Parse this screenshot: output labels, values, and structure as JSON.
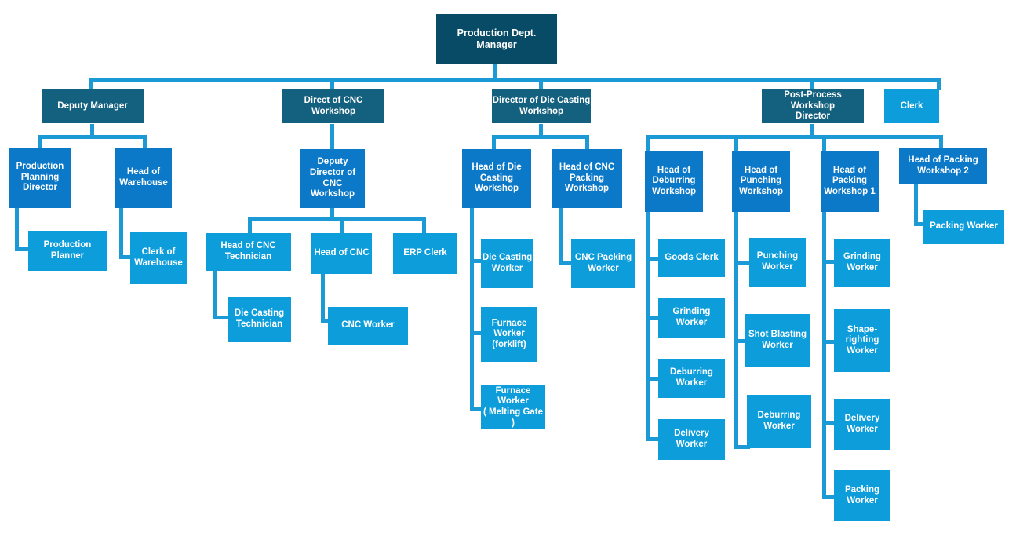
{
  "title": "Production Department Organization Chart",
  "colors": {
    "level0": "#074B66",
    "level1": "#14607F",
    "level2": "#0B79C8",
    "level3": "#0E9DDB",
    "connector": "#1B9AD6",
    "text": "#FFFFFF",
    "background": "#FFFFFF"
  },
  "chart_data": {
    "type": "orgchart",
    "root": "Production Dept. Manager",
    "levels": 4,
    "nodes": [
      {
        "id": "n0",
        "label": "Production Dept. Manager",
        "level": 0,
        "parent": null
      },
      {
        "id": "n1",
        "label": "Deputy Manager",
        "level": 1,
        "parent": "n0"
      },
      {
        "id": "n2",
        "label": "Direct of CNC\nWorkshop",
        "level": 1,
        "parent": "n0"
      },
      {
        "id": "n3",
        "label": "Director of Die Casting\nWorkshop",
        "level": 1,
        "parent": "n0"
      },
      {
        "id": "n4",
        "label": "Post-Process Workshop\nDirector",
        "level": 1,
        "parent": "n0"
      },
      {
        "id": "n5",
        "label": "Clerk",
        "level": 3,
        "parent": "n0"
      },
      {
        "id": "n6",
        "label": "Production\nPlanning\nDirector",
        "level": 2,
        "parent": "n1"
      },
      {
        "id": "n7",
        "label": "Head of\nWarehouse",
        "level": 2,
        "parent": "n1"
      },
      {
        "id": "n8",
        "label": "Production Planner",
        "level": 3,
        "parent": "n6"
      },
      {
        "id": "n9",
        "label": "Clerk of\nWarehouse",
        "level": 3,
        "parent": "n7"
      },
      {
        "id": "n10",
        "label": "Deputy\nDirector of CNC\nWorkshop",
        "level": 2,
        "parent": "n2"
      },
      {
        "id": "n11",
        "label": "Head of CNC\nTechnician",
        "level": 3,
        "parent": "n10"
      },
      {
        "id": "n12",
        "label": "Head of CNC",
        "level": 3,
        "parent": "n10"
      },
      {
        "id": "n13",
        "label": "ERP Clerk",
        "level": 3,
        "parent": "n10"
      },
      {
        "id": "n14",
        "label": "Die Casting\nTechnician",
        "level": 3,
        "parent": "n11"
      },
      {
        "id": "n15",
        "label": "CNC Worker",
        "level": 3,
        "parent": "n12"
      },
      {
        "id": "n16",
        "label": "Head of  Die\nCasting\nWorkshop",
        "level": 2,
        "parent": "n3"
      },
      {
        "id": "n17",
        "label": "Head of CNC\nPacking\nWorkshop",
        "level": 2,
        "parent": "n3"
      },
      {
        "id": "n18",
        "label": "Die Casting\nWorker",
        "level": 3,
        "parent": "n16"
      },
      {
        "id": "n19",
        "label": "Furnace\nWorker\n(forklift)",
        "level": 3,
        "parent": "n16"
      },
      {
        "id": "n20",
        "label": "Furnace Worker\n( Melting Gate )",
        "level": 3,
        "parent": "n16"
      },
      {
        "id": "n21",
        "label": "CNC Packing\nWorker",
        "level": 3,
        "parent": "n17"
      },
      {
        "id": "n22",
        "label": "Head of\nDeburring\nWorkshop",
        "level": 2,
        "parent": "n4"
      },
      {
        "id": "n23",
        "label": "Head of\nPunching\nWorkshop",
        "level": 2,
        "parent": "n4"
      },
      {
        "id": "n24",
        "label": "Head of\nPacking\nWorkshop 1",
        "level": 2,
        "parent": "n4"
      },
      {
        "id": "n25",
        "label": "Head of Packing\nWorkshop 2",
        "level": 2,
        "parent": "n4"
      },
      {
        "id": "n26",
        "label": "Goods Clerk",
        "level": 3,
        "parent": "n22"
      },
      {
        "id": "n27",
        "label": "Grinding\nWorker",
        "level": 3,
        "parent": "n22"
      },
      {
        "id": "n28",
        "label": "Deburring\nWorker",
        "level": 3,
        "parent": "n22"
      },
      {
        "id": "n29",
        "label": "Delivery\nWorker",
        "level": 3,
        "parent": "n22"
      },
      {
        "id": "n30",
        "label": "Punching\nWorker",
        "level": 3,
        "parent": "n23"
      },
      {
        "id": "n31",
        "label": "Shot Blasting\nWorker",
        "level": 3,
        "parent": "n23"
      },
      {
        "id": "n32",
        "label": "Deburring\nWorker",
        "level": 3,
        "parent": "n23"
      },
      {
        "id": "n33",
        "label": "Grinding\nWorker",
        "level": 3,
        "parent": "n24"
      },
      {
        "id": "n34",
        "label": "Shape-\nrighting\nWorker",
        "level": 3,
        "parent": "n24"
      },
      {
        "id": "n35",
        "label": "Delivery\nWorker",
        "level": 3,
        "parent": "n24"
      },
      {
        "id": "n36",
        "label": "Packing\nWorker",
        "level": 3,
        "parent": "n24"
      },
      {
        "id": "n37",
        "label": "Packing Worker",
        "level": 3,
        "parent": "n25"
      }
    ]
  }
}
